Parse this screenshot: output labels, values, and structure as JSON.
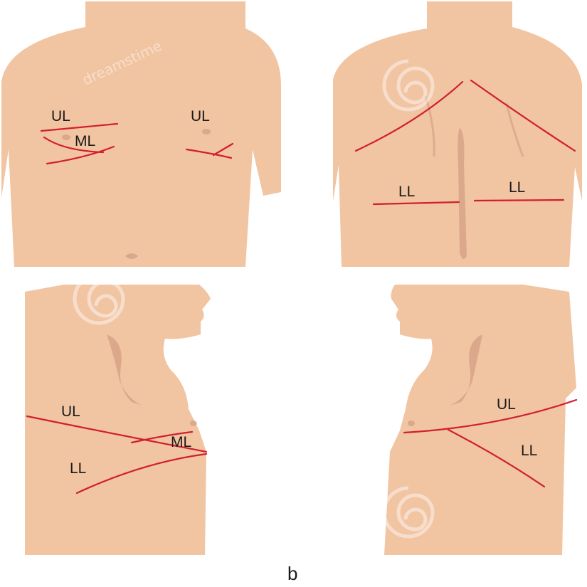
{
  "colors": {
    "skin": "#f1c4a2",
    "fissure_line": "#d11f2e",
    "shadow": "#c89278"
  },
  "panels": {
    "front": {
      "label_left_upper": "UL",
      "label_left_middle": "ML",
      "label_right_upper": "UL"
    },
    "back": {
      "label_left_lower": "LL",
      "label_right_lower": "LL"
    },
    "right_lateral": {
      "label_upper": "UL",
      "label_middle": "ML",
      "label_lower": "LL"
    },
    "left_lateral": {
      "label_upper": "UL",
      "label_lower": "LL"
    }
  },
  "watermark": {
    "text": "dreamstime",
    "icon": "spiral-logo-icon"
  },
  "caption": "b"
}
